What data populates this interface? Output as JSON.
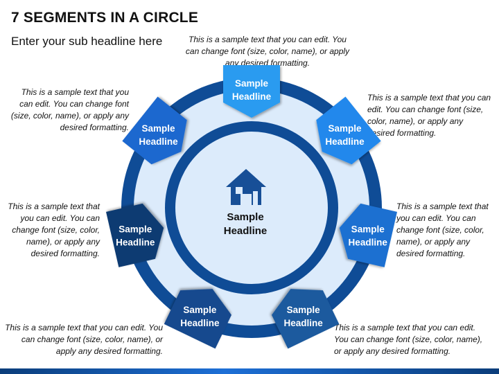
{
  "title": "7 SEGMENTS IN A CIRCLE",
  "subtitle": "Enter your sub headline here",
  "center": {
    "headline_line1": "Sample",
    "headline_line2": "Headline",
    "icon": "home-icon"
  },
  "segments": [
    {
      "line1": "Sample",
      "line2": "Headline",
      "color": "#2a9bf0",
      "desc": "This is a sample text that you can edit. You can change font (size, color, name), or apply any desired formatting."
    },
    {
      "line1": "Sample",
      "line2": "Headline",
      "color": "#2388ec",
      "desc": "This is a sample text that you can edit. You can change font (size, color, name), or apply any desired formatting."
    },
    {
      "line1": "Sample",
      "line2": "Headline",
      "color": "#1a6fd1",
      "desc": "This is a sample text that you can edit. You can change font (size, color, name), or apply any desired formatting."
    },
    {
      "line1": "Sample",
      "line2": "Headline",
      "color": "#1e5a9e",
      "desc": "This is a sample text that you can edit. You can change font (size, color, name), or apply any desired formatting."
    },
    {
      "line1": "Sample",
      "line2": "Headline",
      "color": "#144a8e",
      "desc": "This is a sample text that you can edit. You can change font (size, color, name), or apply any desired formatting."
    },
    {
      "line1": "Sample",
      "line2": "Headline",
      "color": "#0e3a72",
      "desc": "This is a sample text that you can edit. You can change font (size, color, name), or apply any desired formatting."
    },
    {
      "line1": "Sample",
      "line2": "Headline",
      "color": "#1a67cf",
      "desc": "This is a sample text that you can edit. You can change font (size, color, name), or apply any desired formatting."
    }
  ],
  "colors": {
    "outer_ring": "#0f4c96",
    "light_ring": "#dcebfb",
    "inner_ring": "#0f4c96",
    "center_fill": "#dcebfb",
    "icon": "#174f97"
  }
}
